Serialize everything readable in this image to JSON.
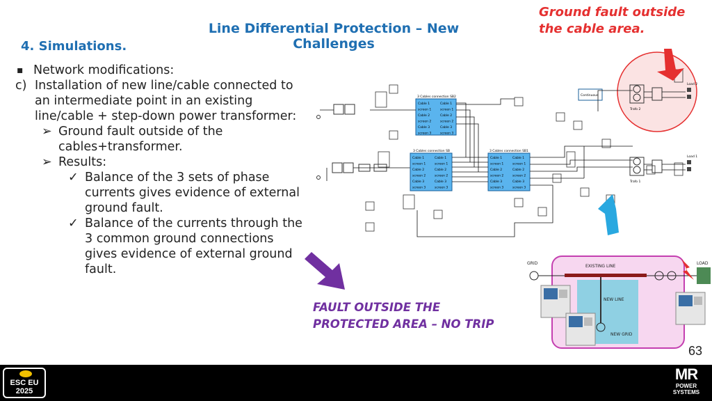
{
  "slide": {
    "title": "Line Differential Protection – New Challenges",
    "section": "4.  Simulations.",
    "bullets": {
      "b1": "Network modifications:",
      "c_label": "c)",
      "c_text": "Installation of new line/cable connected to an intermediate point in an existing line/cable + step-down power transformer:",
      "arrow_mark": "➢",
      "sub1": "Ground fault outside of the cables+transformer.",
      "sub2": "Results:",
      "check_mark": "✓",
      "r1": "Balance of the 3 sets of phase currents gives evidence of external ground fault.",
      "r2": "Balance of the currents through the 3 common ground connections gives evidence of external ground fault."
    },
    "callout_red_line1": "Ground fault outside",
    "callout_red_line2": "the cable area.",
    "callout_purple_line1": "FAULT OUTSIDE THE",
    "callout_purple_line2": "PROTECTED AREA – NO TRIP",
    "page_number": "63"
  },
  "schematic": {
    "block_top_title": "3 Cables connection SB2",
    "block_left_title": "3 Cables connection SB",
    "block_right_title": "3 Cables connection SB1",
    "port_labels": [
      "Cable 1",
      "screen 1",
      "Cable 2",
      "screen 2",
      "Cable 3",
      "screen 3"
    ],
    "continuous_label": "Continuous",
    "load2_label": "Load 2",
    "load1_label": "Load 1",
    "trafo2_label": "Trafo 2",
    "trafo1_label": "Trafo 1"
  },
  "inset": {
    "grid_label": "GRID",
    "existing_line_label": "EXISTING LINE",
    "load_label": "LOAD",
    "new_line_label": "NEW LINE",
    "new_grid_label": "NEW GRID"
  },
  "footer": {
    "left_logo_line1": "ESC EU",
    "left_logo_line2": "2025",
    "right_logo_mr": "MR",
    "right_logo_line1": "POWER",
    "right_logo_line2": "SYSTEMS"
  },
  "colors": {
    "title_blue": "#1f6fb2",
    "callout_red": "#e53030",
    "callout_purple": "#7030a0",
    "block_blue": "#5ab4ee",
    "inset_pink": "#f7d7f0",
    "inset_border": "#c43fb0",
    "arrow_cyan": "#29a8e0"
  }
}
